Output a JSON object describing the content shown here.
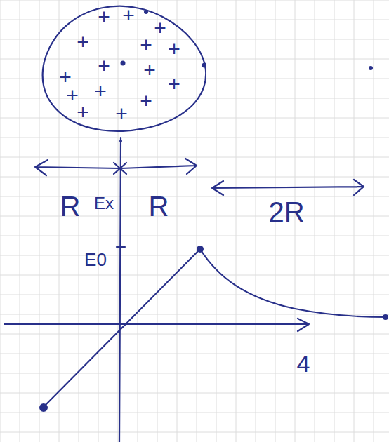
{
  "diagram": {
    "nodes": [
      {
        "text": [
          "+",
          "+",
          "+",
          "+",
          "+",
          "+",
          "+",
          "+",
          "+",
          "+",
          "+",
          "+",
          "+",
          "+",
          "+"
        ]
      }
    ],
    "labels": [
      "R",
      "Ex",
      "R",
      "2R",
      "E0",
      "4"
    ]
  }
}
